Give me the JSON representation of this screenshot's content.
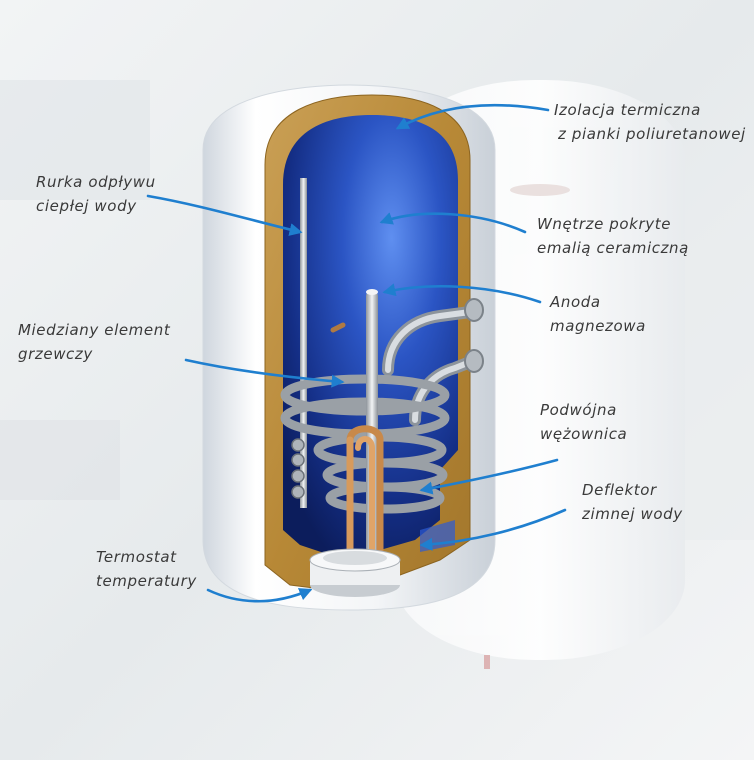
{
  "colors": {
    "arrow": "#1f7fcf",
    "insulation": "#b98b3c",
    "enamel_blue": "#1a3fa8",
    "copper": "#c8894a",
    "text": "#3a3a3a"
  },
  "labels": {
    "insulation": {
      "line1": "Izolacja termiczna",
      "line2": "z pianki poliuretanowej"
    },
    "outflow_pipe": {
      "line1": "Rurka odpływu",
      "line2": "ciepłej wody"
    },
    "enamel": {
      "line1": "Wnętrze pokryte",
      "line2": "emalią ceramiczną"
    },
    "anode": {
      "line1": "Anoda",
      "line2": "magnezowa"
    },
    "heater": {
      "line1": "Miedziany element",
      "line2": "grzewczy"
    },
    "coil": {
      "line1": "Podwójna",
      "line2": "wężownica"
    },
    "deflector": {
      "line1": "Deflektor",
      "line2": "zimnej wody"
    },
    "thermostat": {
      "line1": "Termostat",
      "line2": "temperatury"
    }
  }
}
